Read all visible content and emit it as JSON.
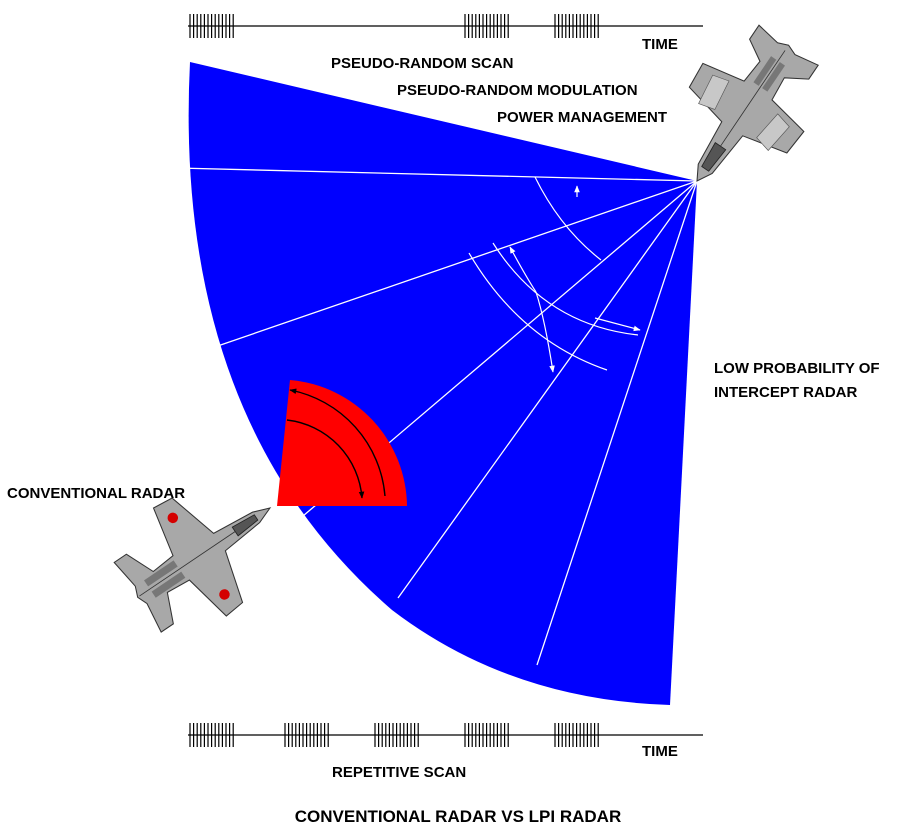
{
  "labels": {
    "time_top": "TIME",
    "time_bottom": "TIME",
    "pseudo_random_scan": "PSEUDO-RANDOM SCAN",
    "pseudo_random_modulation": "PSEUDO-RANDOM MODULATION",
    "power_management": "POWER MANAGEMENT",
    "lpi_line1": "LOW PROBABILITY OF",
    "lpi_line2": "INTERCEPT RADAR",
    "conventional_radar": "CONVENTIONAL RADAR",
    "repetitive_scan": "REPETITIVE SCAN",
    "caption": "CONVENTIONAL RADAR VS LPI RADAR"
  },
  "colors": {
    "lpi_beam": "#0000ff",
    "conventional_beam": "#ff0000",
    "aircraft_gray": "#a8a8a8",
    "insignia_red": "#d40000"
  },
  "icons": {
    "lpi_aircraft": "stealth-fighter-icon",
    "conventional_aircraft": "fighter-jet-icon"
  }
}
